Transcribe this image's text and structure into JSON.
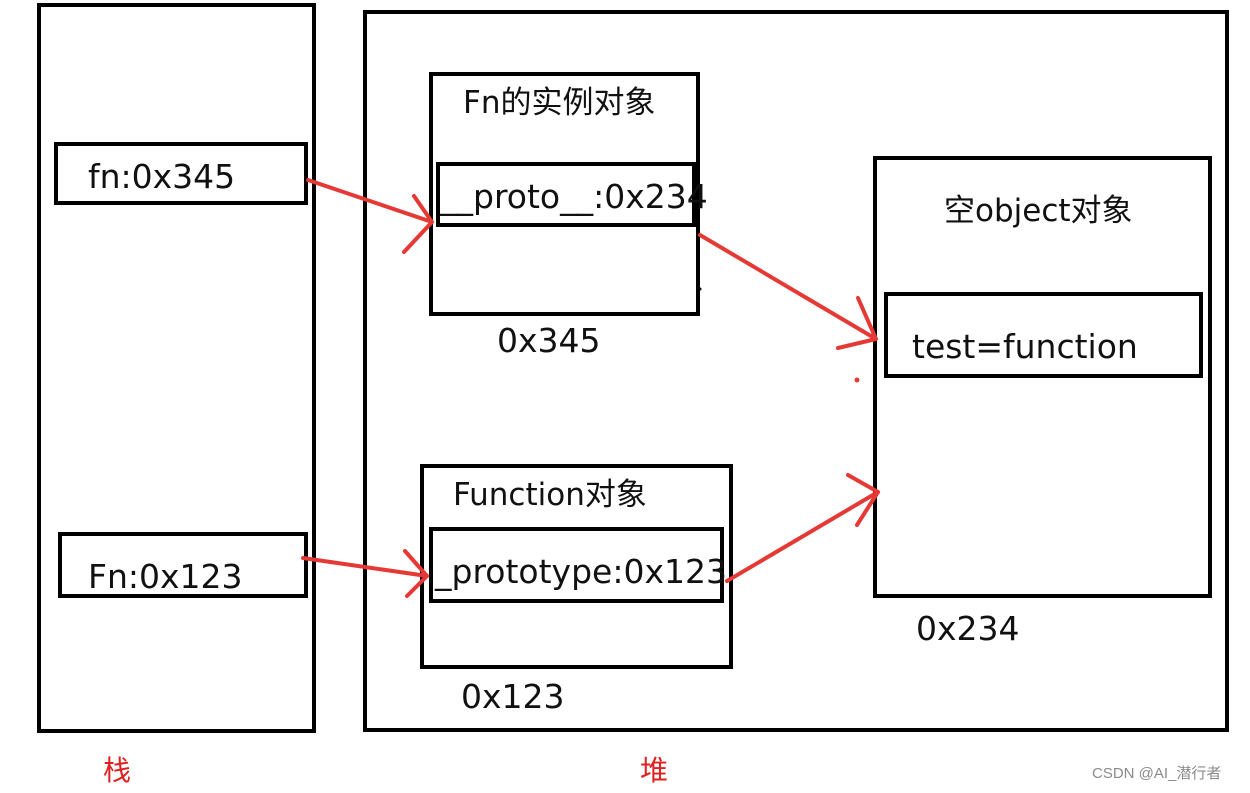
{
  "stack": {
    "label": "栈",
    "items": [
      {
        "text": "fn:0x345"
      },
      {
        "text": "Fn:0x123"
      }
    ]
  },
  "heap": {
    "label": "堆",
    "instance": {
      "title": "Fn的实例对象",
      "field": "__proto__:0x234",
      "address": "0x345"
    },
    "function_obj": {
      "title": "Function对象",
      "field": "_prototype:0x123",
      "address": "0x123"
    },
    "empty_obj": {
      "title": "空object对象",
      "field": "test=function",
      "address": "0x234"
    }
  },
  "watermark": "CSDN @AI_潜行者",
  "colors": {
    "arrow": "#e53935",
    "box": "#000000",
    "label": "#e02020"
  }
}
